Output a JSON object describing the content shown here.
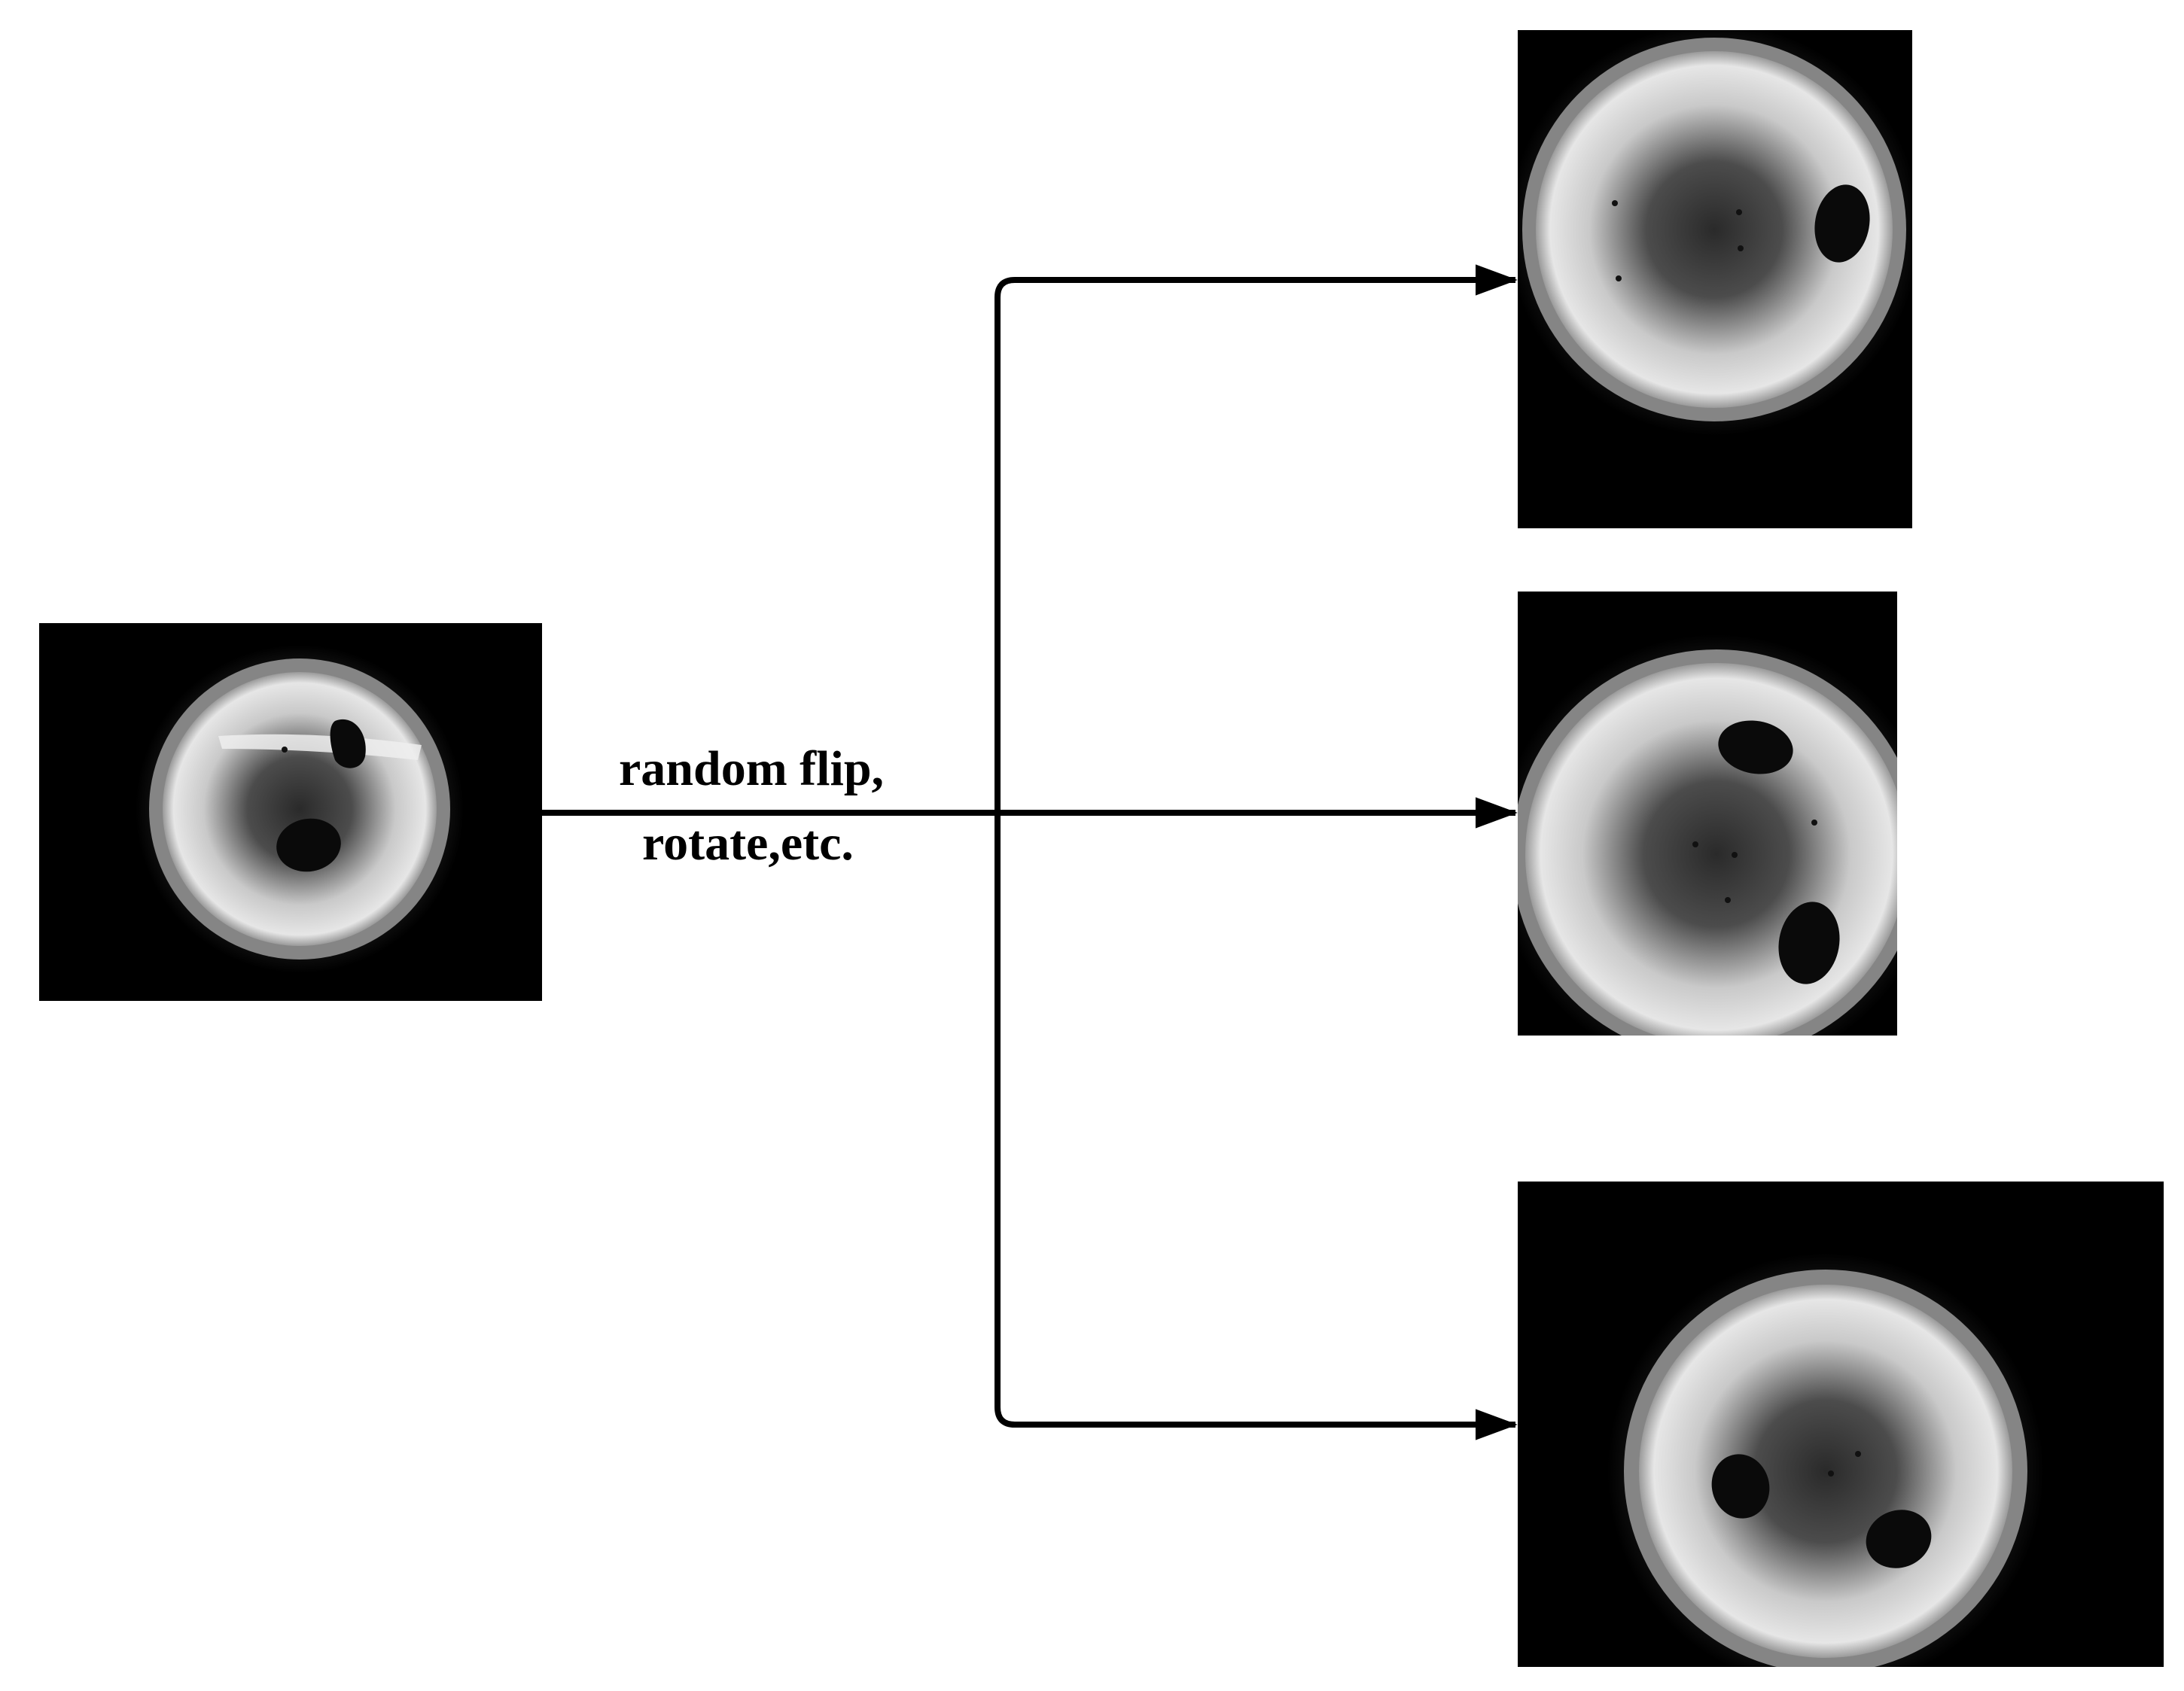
{
  "diagram": {
    "operation_label_line1": "random flip,",
    "operation_label_line2": "rotate,etc."
  },
  "colors": {
    "background": "#ffffff",
    "image_background": "#000000",
    "arrow": "#000000",
    "rim": "#8e8e8e",
    "sample_spot": "#0a0a0a"
  },
  "icons": {
    "input_image": "petri-dish-image",
    "output_images": [
      "petri-dish-image",
      "petri-dish-image",
      "petri-dish-image"
    ]
  }
}
